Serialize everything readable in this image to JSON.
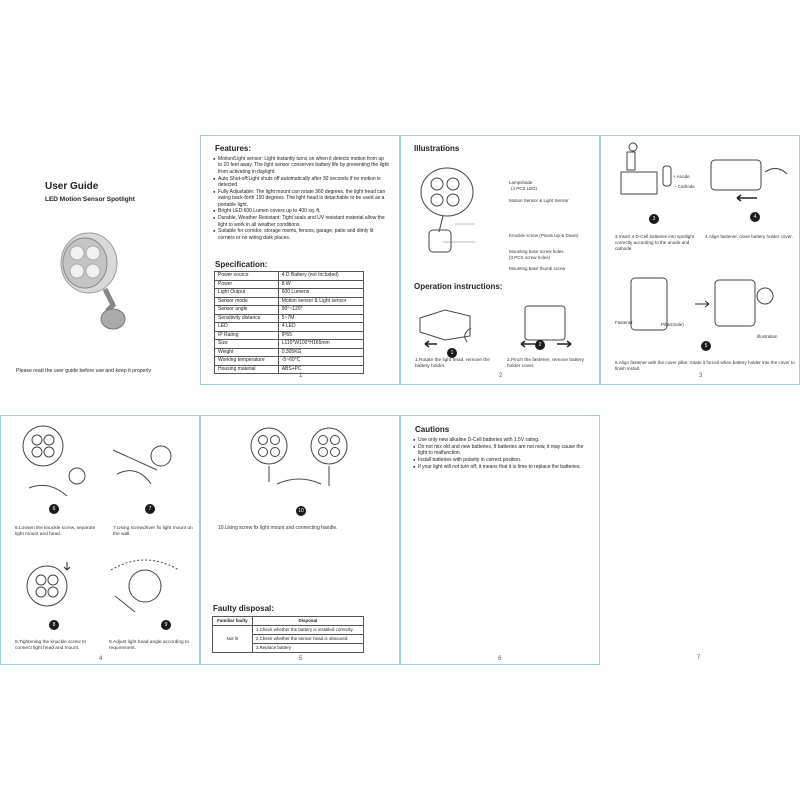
{
  "cover": {
    "title": "User Guide",
    "subtitle": "LED Motion Sensor Spotlight",
    "note": "Please read the user guide before use and keep it properly"
  },
  "features": {
    "heading": "Features:",
    "items": [
      "Motion/Light sensor: Light instantly turns on when it detects motion from up to 20 feet away. The light sensor conserves battery life by preventing the light from activating in daylight.",
      "Auto Shut-off:Light shuts off automatically after 30 seconds if no motion is detected.",
      "Fully Adjustable: The light mount can rotate 360 degrees, the light head can swing back-forth 150 degrees. The light head is detachable to be used as a portable light.",
      "Bright LED:600 Lumen covers up to 400 sq. ft.",
      "Durable, Weather Resistant: Tight seals and UV resistant material allow the light to work in all weather conditions.",
      "Suitable for corridor, storage rooms, fences, garage, patio and dimly lit corners or no wiring dark places."
    ]
  },
  "specification": {
    "heading": "Specification:",
    "rows": [
      [
        "Power source",
        "4 D Battery (not Included)"
      ],
      [
        "Power",
        "8 W"
      ],
      [
        "Light Output",
        "600 Lumens"
      ],
      [
        "Sensor mode",
        "Motion sensor & Light sensor"
      ],
      [
        "Sensor angle",
        "90°~120°"
      ],
      [
        "Sensitivity distance",
        "5~7M"
      ],
      [
        "LED",
        "4 LED"
      ],
      [
        "IP Rating",
        "IP65"
      ],
      [
        "Size",
        "L110*W100*H165mm"
      ],
      [
        "Weight",
        "0.305KG"
      ],
      [
        "Working temperature",
        "-5~60°C"
      ],
      [
        "Housing material",
        "ABS+PC"
      ]
    ]
  },
  "illustrations": {
    "heading": "Illustrations",
    "labels": [
      "Lampshade",
      "(4 PCS LED)",
      "Motion Sensor & Light Sensor",
      "Knuckle screw (Pivots Up & Down)",
      "Mounting base screw holes",
      "(3 PCS screw holes)",
      "Mounting base thumb screw"
    ]
  },
  "operation": {
    "heading": "Operation instructions:",
    "step1": "1.Rotate the light head, remove the battery holder.",
    "step2": "2.Pinch the fastener, remove battery holder cover."
  },
  "page3": {
    "anode": "+ Anode",
    "cathode": "- Cathode",
    "step3": "3.Insert 4 D-Cell batteries into spotlight correctly according to the anode and cathode.",
    "step4": "4.Align fastener, close battery holder cover.",
    "fastener": "Fastener",
    "pillar": "Pillar(male)",
    "illustration": "Illustration",
    "step5": "5.Align fastener with the cover pillar, rotate it forced when battery holder into the cover to finish install."
  },
  "page4": {
    "step6": "6.Loosen the knuckle screw, separate light mount and head.",
    "step7": "7.Using screwdriver fix light mount on the wall.",
    "step8": "8.Tightening the knuckle screw to connect light head and mount.",
    "step9": "9.Adjust light head angle according to requirement."
  },
  "page5": {
    "step10": "10.Using screw fix light mount and connecting handle.",
    "faulty_heading": "Faulty disposal:",
    "col_faulty": "Familiar faulty",
    "col_disposal": "Disposal",
    "fault": "Not lit",
    "disposals": [
      "1.Check whether the battery is installed correctly.",
      "2.Check whether the sensor head is obscured",
      "3.Replace battery"
    ]
  },
  "cautions": {
    "heading": "Cautions",
    "items": [
      "Use only new alkaline D-Cell batteries with 1.5V rating.",
      "Do not mix old and new batteries, If batteries are not new, it may cause the light to malfunction.",
      "Install batteries with polarity in correct position.",
      "If your light will not turn off, it means that it is time to replace the batteries."
    ]
  },
  "page_numbers": {
    "p1": "1",
    "p2": "2",
    "p3": "3",
    "p4": "4",
    "p5": "5",
    "p6": "6",
    "p7": "7"
  },
  "step_numbers": {
    "s1": "1",
    "s2": "2",
    "s3": "3",
    "s4": "4",
    "s5": "5",
    "s6": "6",
    "s7": "7",
    "s8": "8",
    "s9": "9",
    "s10": "10"
  },
  "colors": {
    "panel_border": "#9fd0dc",
    "step_badge": "#1a1a1a"
  }
}
